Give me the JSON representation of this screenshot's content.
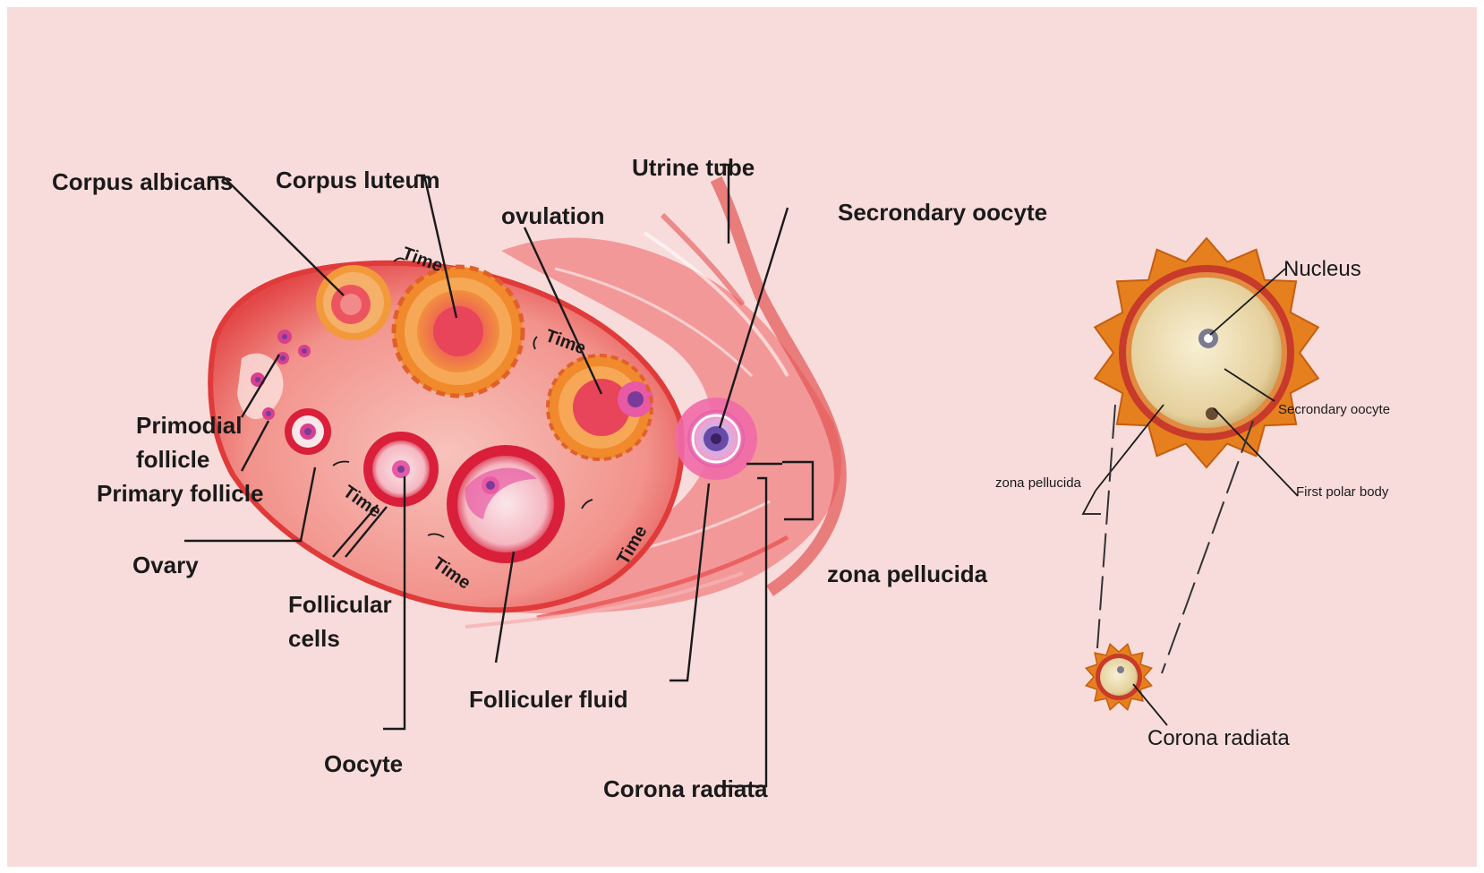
{
  "diagram": {
    "labels": {
      "corpus_albicans": "Corpus albicans",
      "corpus_luteum": "Corpus luteum",
      "utrine_tube": "Utrine tube",
      "ovulation": "ovulation",
      "secondary_oocyte": "Secrondary oocyte",
      "primodial_follicle_1": "Primodial",
      "primodial_follicle_2": "follicle",
      "primary_follicle": "Primary follicle",
      "ovary": "Ovary",
      "follicular_cells_1": "Follicular",
      "follicular_cells_2": "cells",
      "follicular_fluid": "Folliculer fluid",
      "oocyte": "Oocyte",
      "corona_radiata": "Corona radiata",
      "zona_pellucida": "zona pellucida",
      "time": "Time"
    },
    "detail": {
      "nucleus": "Nucleus",
      "secondary_oocyte": "Secrondary oocyte",
      "first_polar_body": "First polar body",
      "zona_pellucida": "zona pellucida",
      "corona_radiata": "Corona radiata"
    },
    "colors": {
      "background": "#f8dcdb",
      "ovary_tissue": "#ef6a6a",
      "ovary_light": "#f6b7b0",
      "corpus_orange": "#f08a2c",
      "follicle_red": "#d91f3a",
      "oocyte_purple": "#7a3a9a",
      "corona_orange": "#e6801f",
      "oocyte_cream": "#ecdcaa"
    }
  }
}
